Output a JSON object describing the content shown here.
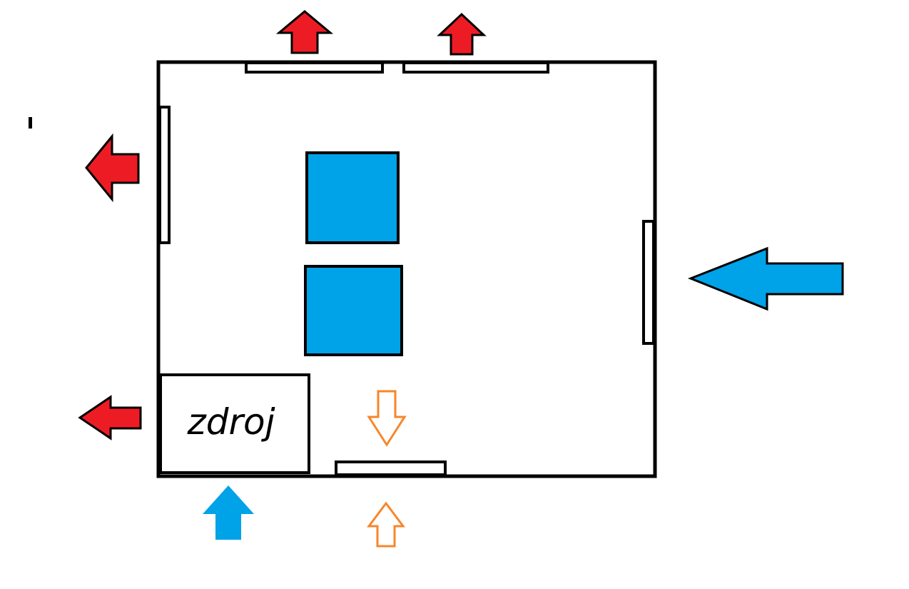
{
  "diagram": {
    "psu_label": "zdroj"
  },
  "colors": {
    "exhaust_arrow": "#ed1c24",
    "intake_arrow": "#00a2e8",
    "optional_arrow": "#f7862a",
    "component_fill": "#00a2e8",
    "outline": "#000000",
    "background": "#ffffff"
  },
  "icons": {
    "exhaust": "arrow-outward",
    "intake": "arrow-inward",
    "optional": "hollow-arrow"
  }
}
